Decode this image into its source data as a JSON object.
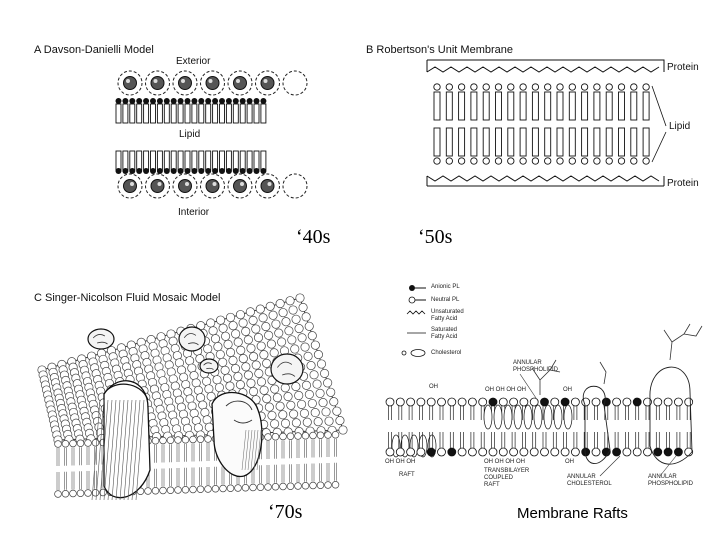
{
  "panel_a": {
    "title": "A  Davson-Danielli Model",
    "exterior": "Exterior",
    "lipid": "Lipid",
    "interior": "Interior"
  },
  "panel_b": {
    "title": "B  Robertson's Unit Membrane",
    "protein_top": "Protein",
    "lipid": "Lipid",
    "protein_bottom": "Protein"
  },
  "panel_c": {
    "title": "C  Singer-Nicolson Fluid Mosaic Model"
  },
  "panel_d": {
    "legend": [
      "Anionic PL",
      "Neutral PL",
      "Unsaturated\nFatty Acid",
      "Saturated\nFatty Acid",
      "Cholesterol"
    ],
    "annular_phospholipid_top": "ANNULAR\nPHOSPHOLIPID",
    "oh_top_left": "OH",
    "oh_top_group": "OH OH OH OH",
    "oh_top_right": "OH",
    "oh_bottom_left": "OH OH OH",
    "oh_bottom_mid": "OH OH OH OH",
    "oh_bottom_right": "OH",
    "raft": "RAFT",
    "transbilayer": "TRANSBILAYER\nCOUPLED\nRAFT",
    "annular_cholesterol": "ANNULAR\nCHOLESTEROL",
    "annular_phospholipid_bottom": "ANNULAR\nPHOSPHOLIPID"
  },
  "eras": {
    "forties": "‘40s",
    "fifties": "‘50s",
    "seventies": "‘70s"
  },
  "caption_rafts": "Membrane Rafts"
}
